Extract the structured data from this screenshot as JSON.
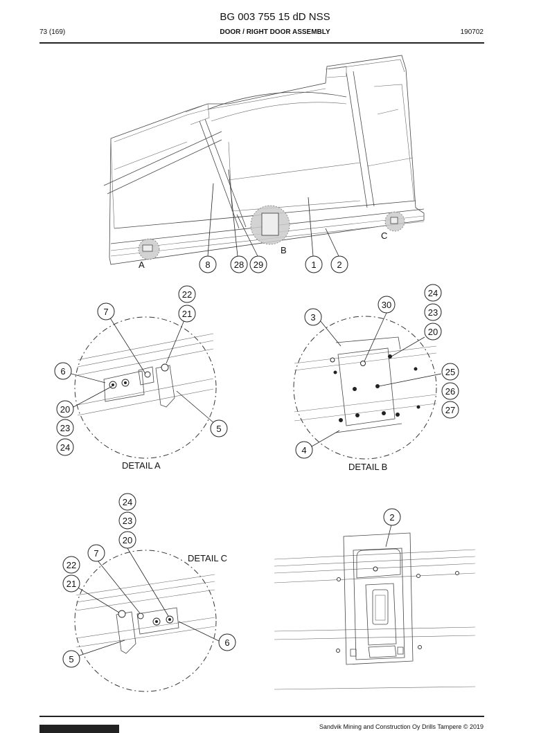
{
  "header": {
    "doc_title": "BG 003 755 15 dD NSS",
    "page": "73 (169)",
    "section": "DOOR / RIGHT DOOR ASSEMBLY",
    "code": "190702"
  },
  "footer": {
    "copyright": "Sandvik Mining and Construction Oy Drills Tampere © 2019"
  },
  "detail_labels": {
    "a": "DETAIL A",
    "b": "DETAIL B",
    "c": "DETAIL C",
    "mark_a": "A",
    "mark_b": "B",
    "mark_c": "C"
  },
  "callouts": {
    "main": [
      "8",
      "28",
      "29",
      "1",
      "2"
    ],
    "detail_a": [
      "22",
      "21",
      "7",
      "6",
      "20",
      "23",
      "24",
      "5"
    ],
    "detail_b": [
      "24",
      "23",
      "20",
      "30",
      "3",
      "25",
      "26",
      "27",
      "4"
    ],
    "detail_c": [
      "24",
      "23",
      "20",
      "7",
      "22",
      "21",
      "6",
      "5"
    ],
    "detail_2": [
      "2"
    ]
  }
}
